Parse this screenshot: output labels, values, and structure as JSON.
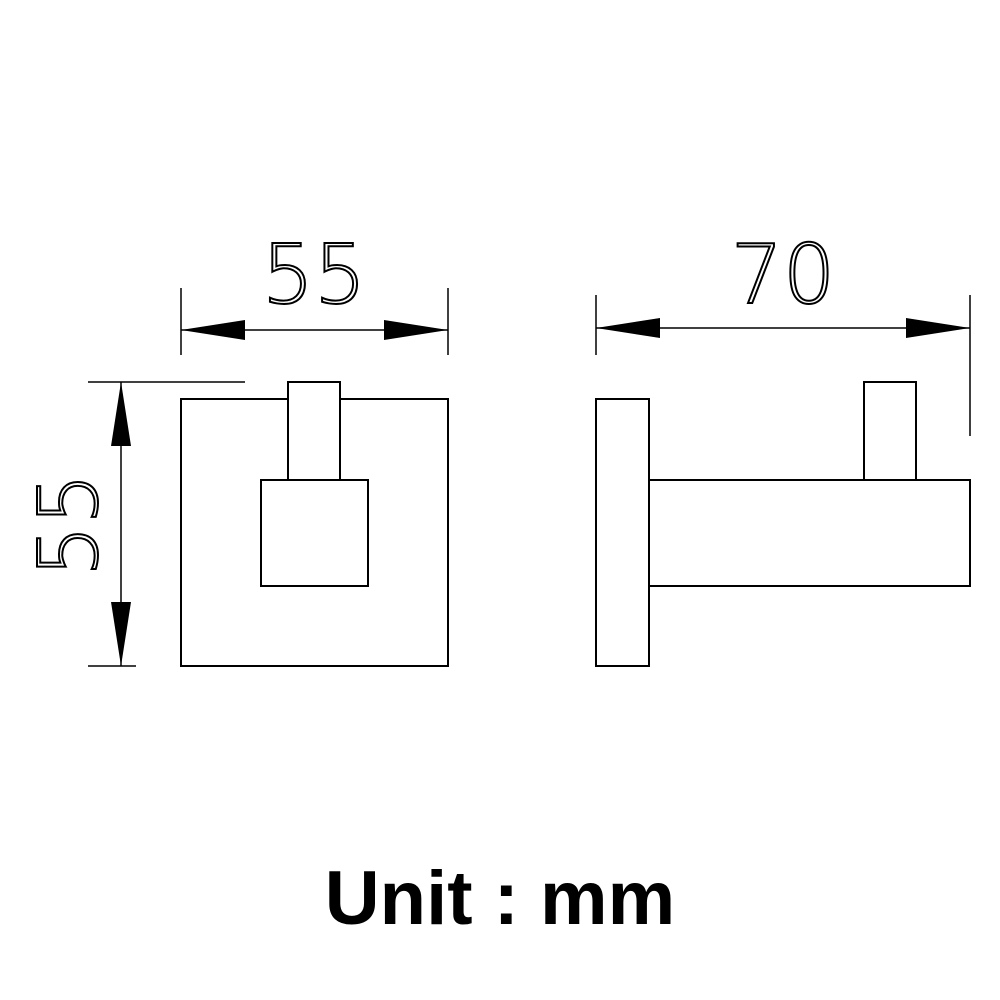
{
  "front_view": {
    "width_dimension": "55",
    "height_dimension": "55"
  },
  "side_view": {
    "depth_dimension": "70"
  },
  "unit_label": "Unit : mm"
}
